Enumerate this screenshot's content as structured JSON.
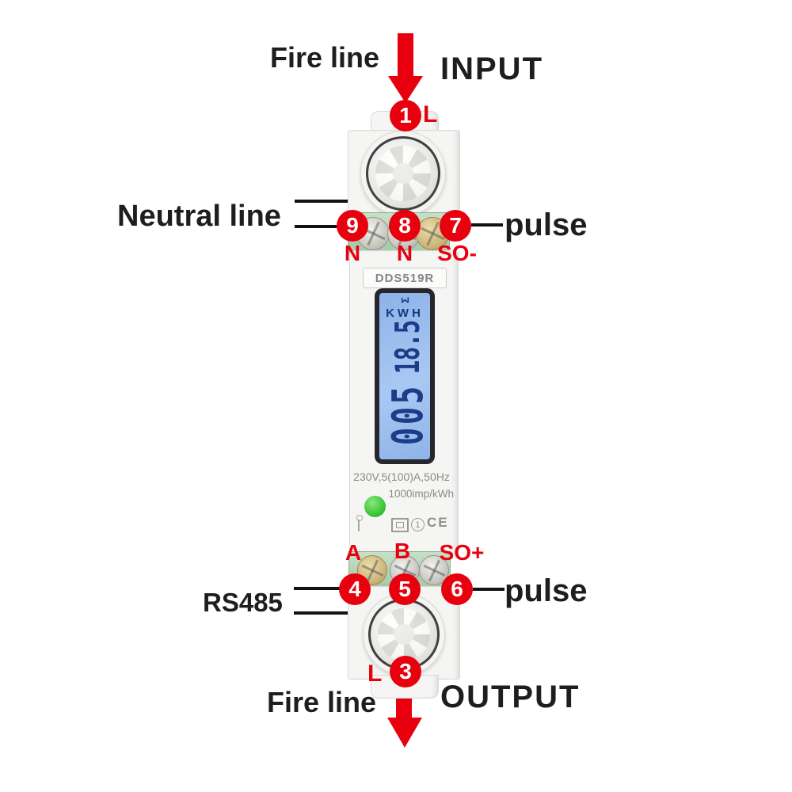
{
  "colors": {
    "accent_red": "#e8000f",
    "terminal_green": "#b5d7b7",
    "lcd_blue": "#9cc0ef",
    "lcd_digit_blue": "#1b3c86",
    "led_green": "#3ecb3c",
    "body_white": "#f5f5f3"
  },
  "annotations": {
    "fire_line_top": "Fire line",
    "input": "INPUT",
    "neutral_line": "Neutral line",
    "pulse_top": "pulse",
    "rs485": "RS485",
    "pulse_bottom": "pulse",
    "fire_line_bottom": "Fire line",
    "output": "OUTPUT"
  },
  "meter": {
    "model": "DDS519R",
    "lcd": {
      "sigma": "Σ",
      "unit": "KWH",
      "reading_kwh": "00518.5",
      "digits_upper": "18.5",
      "digits_lower": "005"
    },
    "spec_line1": "230V,5(100)A,50Hz",
    "spec_line2": "1000imp/kWh",
    "badge_circled_one": "1",
    "ce_mark": "CE"
  },
  "terminals": {
    "input_top": {
      "number": "1",
      "label": "L"
    },
    "top_row": [
      {
        "number": "9",
        "label": "N"
      },
      {
        "number": "8",
        "label": "N"
      },
      {
        "number": "7",
        "label": "SO-"
      }
    ],
    "bottom_row": [
      {
        "number": "4",
        "label": "A"
      },
      {
        "number": "5",
        "label": "B"
      },
      {
        "number": "6",
        "label": "SO+"
      }
    ],
    "output_bottom": {
      "number": "3",
      "label": "L"
    }
  }
}
